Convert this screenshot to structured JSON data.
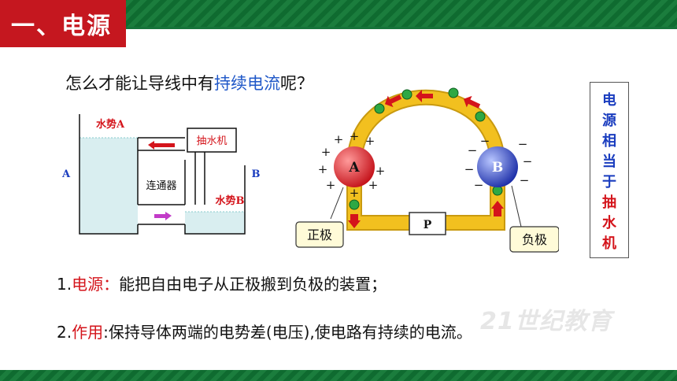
{
  "header": {
    "title": "一、电源"
  },
  "question": {
    "prefix": "怎么才能让导线中有",
    "highlight": "持续电流",
    "suffix": "呢？"
  },
  "left_diagram": {
    "label_a": "A",
    "label_b": "B",
    "potential_a": "水势A",
    "potential_b": "水势B",
    "pump": "抽水机",
    "connector": "连通器"
  },
  "circuit": {
    "node_a": "A",
    "node_b": "B",
    "resistor": "P",
    "positive_label": "正极",
    "negative_label": "负极",
    "plus_sign": "+",
    "minus_sign": "−",
    "electron": "⊖"
  },
  "side_note": {
    "chars_blue": [
      "电",
      "源",
      "相",
      "当",
      "于"
    ],
    "chars_red": [
      "抽",
      "水",
      "机"
    ]
  },
  "points": {
    "p1_num": "1.",
    "p1_kw": "电源：",
    "p1_text": "能把自由电子从正极搬到负极的装置；",
    "p2_num": "2.",
    "p2_kw": "作用",
    "p2_text": ":保持导体两端的电势差(电压),使电路有持续的电流。"
  },
  "watermark": "21世纪教育",
  "colors": {
    "brand_green": "#16733a",
    "title_red": "#c5171f",
    "accent_blue": "#2058c8",
    "wire_yellow": "#f2c01f"
  }
}
